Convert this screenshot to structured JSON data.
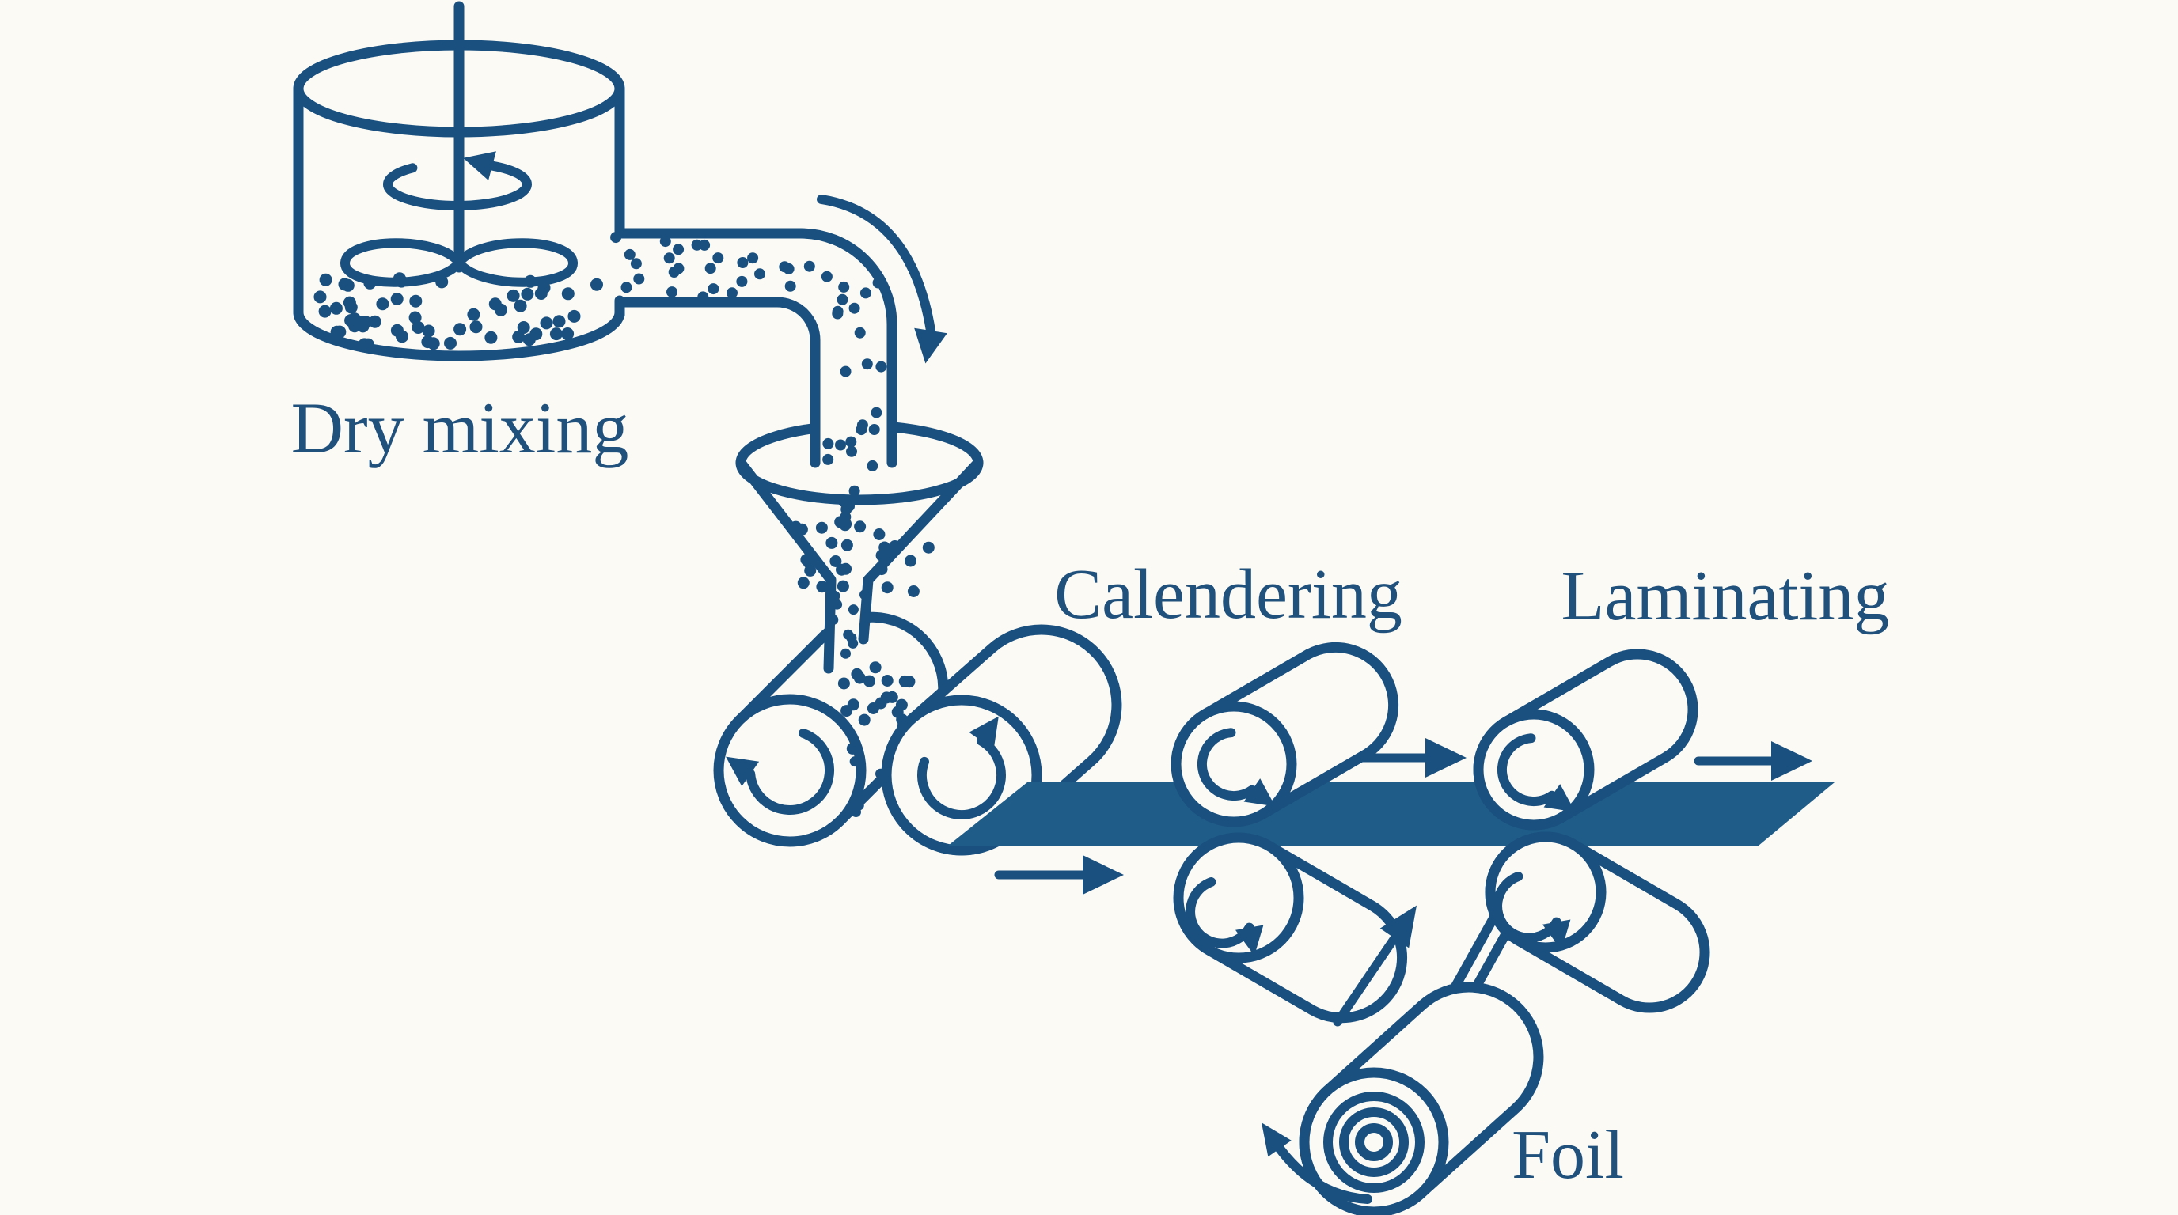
{
  "diagram": {
    "labels": {
      "dry_mixing": "Dry mixing",
      "calendering": "Calendering",
      "laminating": "Laminating",
      "foil": "Foil"
    },
    "colors": {
      "ink": "#1a507f",
      "belt": "#1f5c88",
      "text": "#20507c",
      "background": "#fbfaf5"
    }
  }
}
